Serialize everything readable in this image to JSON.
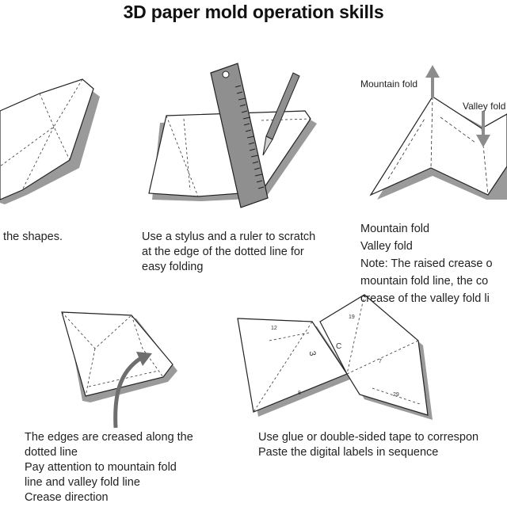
{
  "title": "3D paper mold operation skills",
  "steps": [
    {
      "id": "cut",
      "lines": [
        "t the shapes."
      ]
    },
    {
      "id": "scratch",
      "lines": [
        "Use a stylus and a ruler to scratch",
        "at the edge of the dotted line for",
        "easy folding"
      ]
    },
    {
      "id": "fold-types",
      "lines": [
        "Mountain fold",
        "Valley fold",
        "Note: The raised crease o",
        "mountain fold line, the co",
        "crease of the valley fold li"
      ]
    },
    {
      "id": "crease",
      "lines": [
        "The edges are creased along the",
        "dotted line",
        "Pay attention to mountain fold",
        "line and valley fold line",
        "Crease direction"
      ]
    },
    {
      "id": "glue",
      "lines": [
        "Use glue or double-sided tape to correspon",
        "Paste the digital labels in sequence"
      ]
    }
  ],
  "diagram_labels": {
    "mountain_fold": "Mountain fold",
    "valley_fold": "Valley fold"
  },
  "part_numbers": [
    "12",
    "3",
    "8",
    "19",
    "C",
    "7",
    "29"
  ],
  "colors": {
    "shadow": "#9a9a9a",
    "arrow": "#8c8c8c",
    "ruler": "#8f8f8f",
    "line": "#222222"
  }
}
